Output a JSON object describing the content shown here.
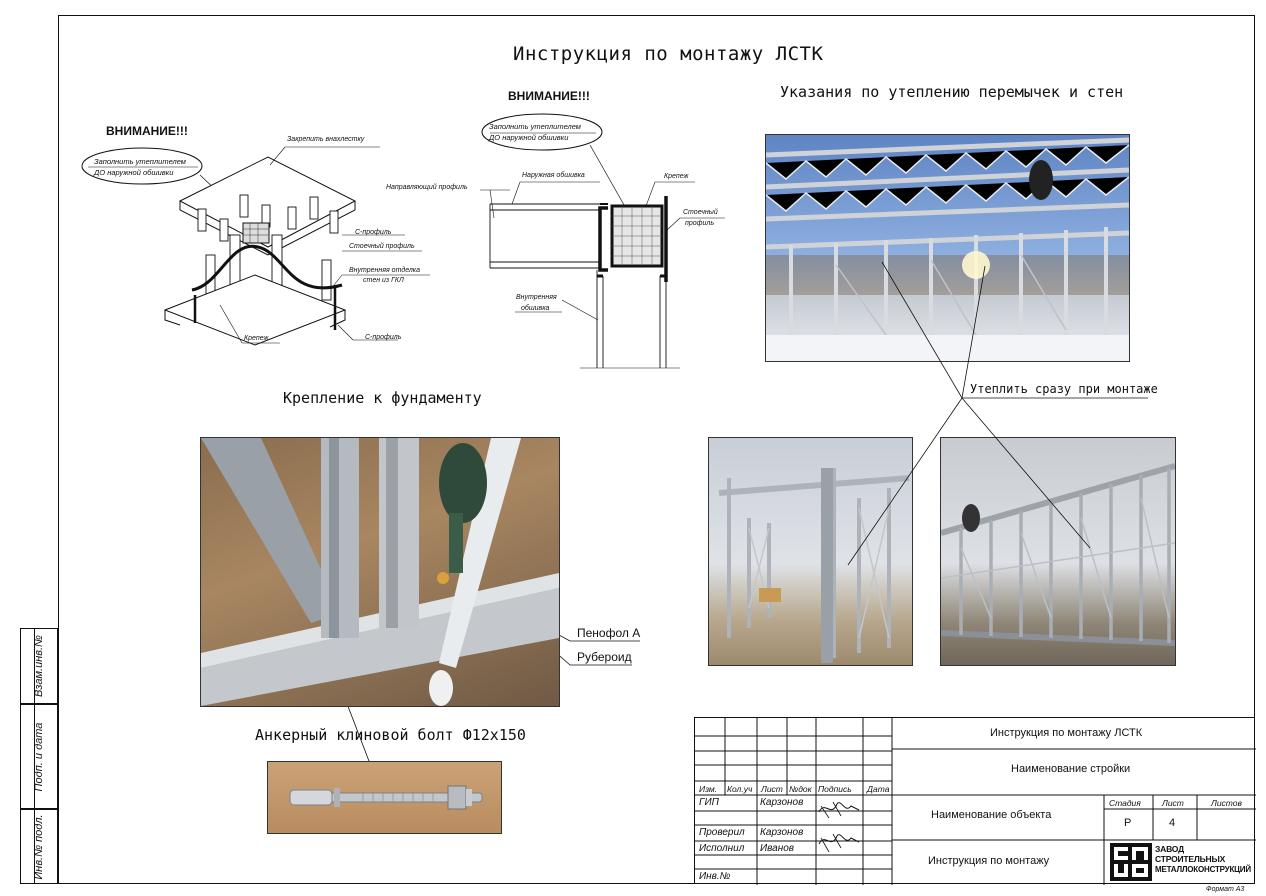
{
  "document": {
    "title": "Инструкция по монтажу ЛСТК",
    "format_label": "Формат А3"
  },
  "side_stamp": {
    "vzam": "Взам.инв.№",
    "podp": "Подп. и дата",
    "inv": "Инв.№ подл."
  },
  "detail_left": {
    "attention": "ВНИМАНИЕ!!!",
    "bubble_line1": "Заполнить утеплителем",
    "bubble_line2": "ДО наружной обшивки",
    "labels": {
      "zakrepit": "Закрепить внахлестку",
      "c_profile_top": "С-профиль",
      "stoechny": "Стоечный профиль",
      "vnutr_1": "Внутренняя отделка",
      "vnutr_2": "стен из ГКЛ",
      "krepezh": "Крепеж",
      "c_profile_bottom": "С-профиль"
    }
  },
  "detail_right": {
    "attention": "ВНИМАНИЕ!!!",
    "bubble_line1": "Заполнить утеплителем",
    "bubble_line2": "ДО наружной обшивки",
    "labels": {
      "napravl": "Направляющий профиль",
      "naruzh": "Наружная обшивка",
      "krepezh": "Крепеж",
      "stoechny_1": "Стоечный",
      "stoechny_2": "профиль",
      "vnutr_1": "Внутренняя",
      "vnutr_2": "обшивка"
    }
  },
  "insulation": {
    "title": "Указания по утеплению перемычек и стен",
    "callout": "Утеплить сразу при монтаже"
  },
  "foundation": {
    "title": "Крепление к фундаменту",
    "penofol": "Пенофол А",
    "ruberoid": "Рубероид",
    "anchor_title": "Анкерный клиновой болт Ф12х150"
  },
  "title_block": {
    "col_headers": [
      "Изм.",
      "Кол.уч",
      "Лист",
      "№док",
      "Подпись",
      "Дата"
    ],
    "rows": [
      {
        "role": "ГИП",
        "name": "Карзонов"
      },
      {
        "role": "Проверил",
        "name": "Карзонов"
      },
      {
        "role": "Исполнил",
        "name": "Иванов"
      },
      {
        "role": "Инв.№",
        "name": ""
      }
    ],
    "doc_title": "Инструкция по монтажу ЛСТК",
    "building_name": "Наименование стройки",
    "object_name": "Наименование объекта",
    "sheet_name": "Инструкция по монтажу",
    "stage_header": "Стадия",
    "sheet_header": "Лист",
    "sheets_header": "Листов",
    "stage_value": "Р",
    "sheet_value": "4",
    "sheets_value": "",
    "logo_line1": "ЗАВОД",
    "logo_line2": "СТРОИТЕЛЬНЫХ",
    "logo_line3": "МЕТАЛЛОКОНСТРУКЦИЙ"
  }
}
